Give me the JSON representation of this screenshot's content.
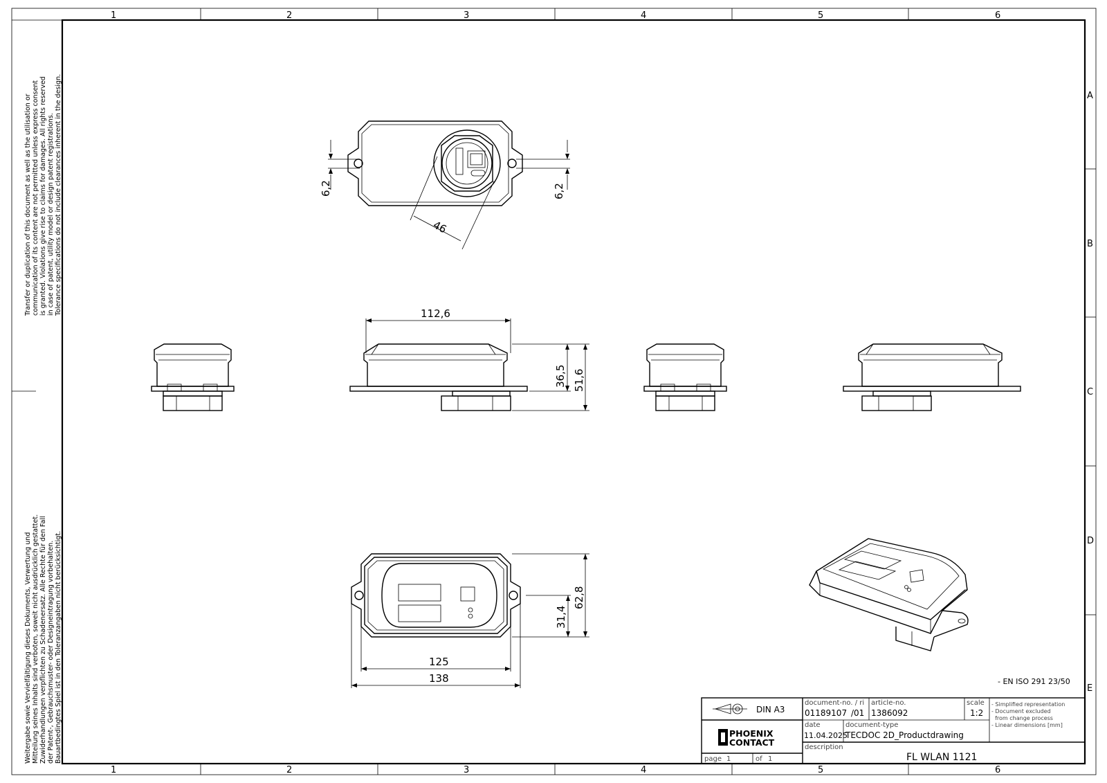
{
  "grid": {
    "columns": [
      "1",
      "2",
      "3",
      "4",
      "5",
      "6"
    ],
    "rows": [
      "A",
      "B",
      "C",
      "D",
      "E"
    ]
  },
  "legal": {
    "en": [
      "Transfer or duplication of this document as well as the utilisation or",
      "communication of its content are not permitted unless express consent",
      "is granted. Violations give rise to claims for damages. All rights reserved",
      "in case of patent, utility model or design patent registrations.",
      "Tolerance specifications do not include clearances inherent in the design."
    ],
    "de": [
      "Weitergabe sowie Vervielfältigung dieses Dokuments, Verwertung und",
      "Mitteilung seines Inhalts sind verboten, soweit nicht ausdrücklich gestattet.",
      "Zuwiderhandlungen verpflichten zu Schadenersatz. Alle Rechte für den Fall",
      "der Patent-, Gebrauchsmuster- oder Designeintragung vorbehalten.",
      "Bauartbedingtes Spiel ist in den Toleranzangaben nicht berücksichtigt."
    ]
  },
  "dimensions": {
    "top_left_offset": "6,2",
    "top_right_offset": "6,2",
    "connector_width": "46",
    "front_width": "112,6",
    "front_height_body": "36,5",
    "front_height_total": "51,6",
    "bottom_inner_width": "125",
    "bottom_total_width": "138",
    "bottom_half_height": "31,4",
    "bottom_height": "62,8"
  },
  "standard_note": "- EN ISO 291 23/50",
  "title_block": {
    "paper_size": "DIN A3",
    "logo_line1": "PHOENIX",
    "logo_line2": "CONTACT",
    "document_no_label": "document-no. / ri",
    "document_no": "01189107",
    "revision": "/01",
    "article_no_label": "article-no.",
    "article_no": "1386092",
    "scale_label": "scale",
    "scale": "1:2",
    "date_label": "date",
    "date": "11.04.2025",
    "document_type_label": "document-type",
    "document_type": "TECDOC 2D_Productdrawing",
    "description_label": "description",
    "description": "FL WLAN 1121",
    "page_label": "page",
    "page": "1",
    "of_label": "of",
    "of": "1",
    "notes": [
      "- Simplified representation",
      "- Document excluded",
      "  from change process",
      "- Linear dimensions [mm]"
    ]
  }
}
